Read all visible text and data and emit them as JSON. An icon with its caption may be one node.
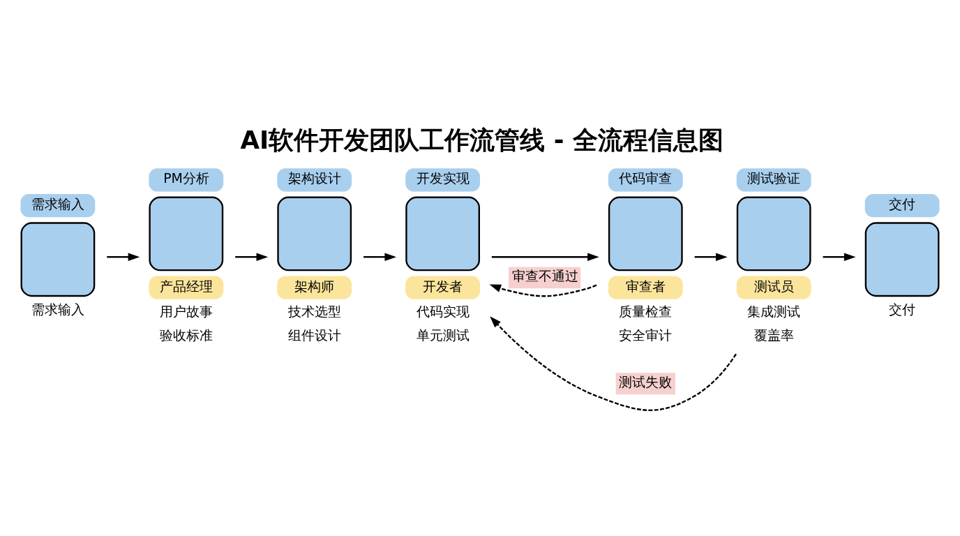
{
  "diagram": {
    "title": "AI软件开发团队工作流管线 - 全流程信息图",
    "nodes": [
      {
        "text": [
          "需求输入"
        ],
        "beside": [
          "需求输入"
        ]
      },
      {
        "text": [
          "PM分析"
        ],
        "beside": [
          "产品经理",
          "用户故事",
          "验收标准"
        ]
      },
      {
        "text": [
          "架构设计"
        ],
        "beside": [
          "架构师",
          "技术选型",
          "组件设计"
        ]
      },
      {
        "text": [
          "开发实现"
        ],
        "beside": [
          "开发者",
          "代码实现",
          "单元测试"
        ]
      },
      {
        "text": [
          "代码审查"
        ],
        "beside": [
          "审查者",
          "质量检查",
          "安全审计"
        ]
      },
      {
        "text": [
          "测试验证"
        ],
        "beside": [
          "测试员",
          "集成测试",
          "覆盖率"
        ]
      },
      {
        "text": [
          "交付"
        ],
        "beside": [
          "交付"
        ]
      }
    ],
    "edges": [
      {
        "from": 0,
        "to": 1,
        "arrow": "to"
      },
      {
        "from": 1,
        "to": 2,
        "arrow": "to"
      },
      {
        "from": 2,
        "to": 3,
        "arrow": "to"
      },
      {
        "from": 3,
        "to": 4,
        "arrow": "to"
      },
      {
        "from": 4,
        "to": 5,
        "arrow": "to"
      },
      {
        "from": 5,
        "to": 6,
        "arrow": "to"
      },
      {
        "from": 4,
        "to": 3,
        "arrow": "to",
        "label": "审查不通过",
        "style": "dashed"
      },
      {
        "from": 5,
        "to": 3,
        "arrow": "to",
        "label": "测试失败",
        "style": "dashed"
      }
    ]
  }
}
